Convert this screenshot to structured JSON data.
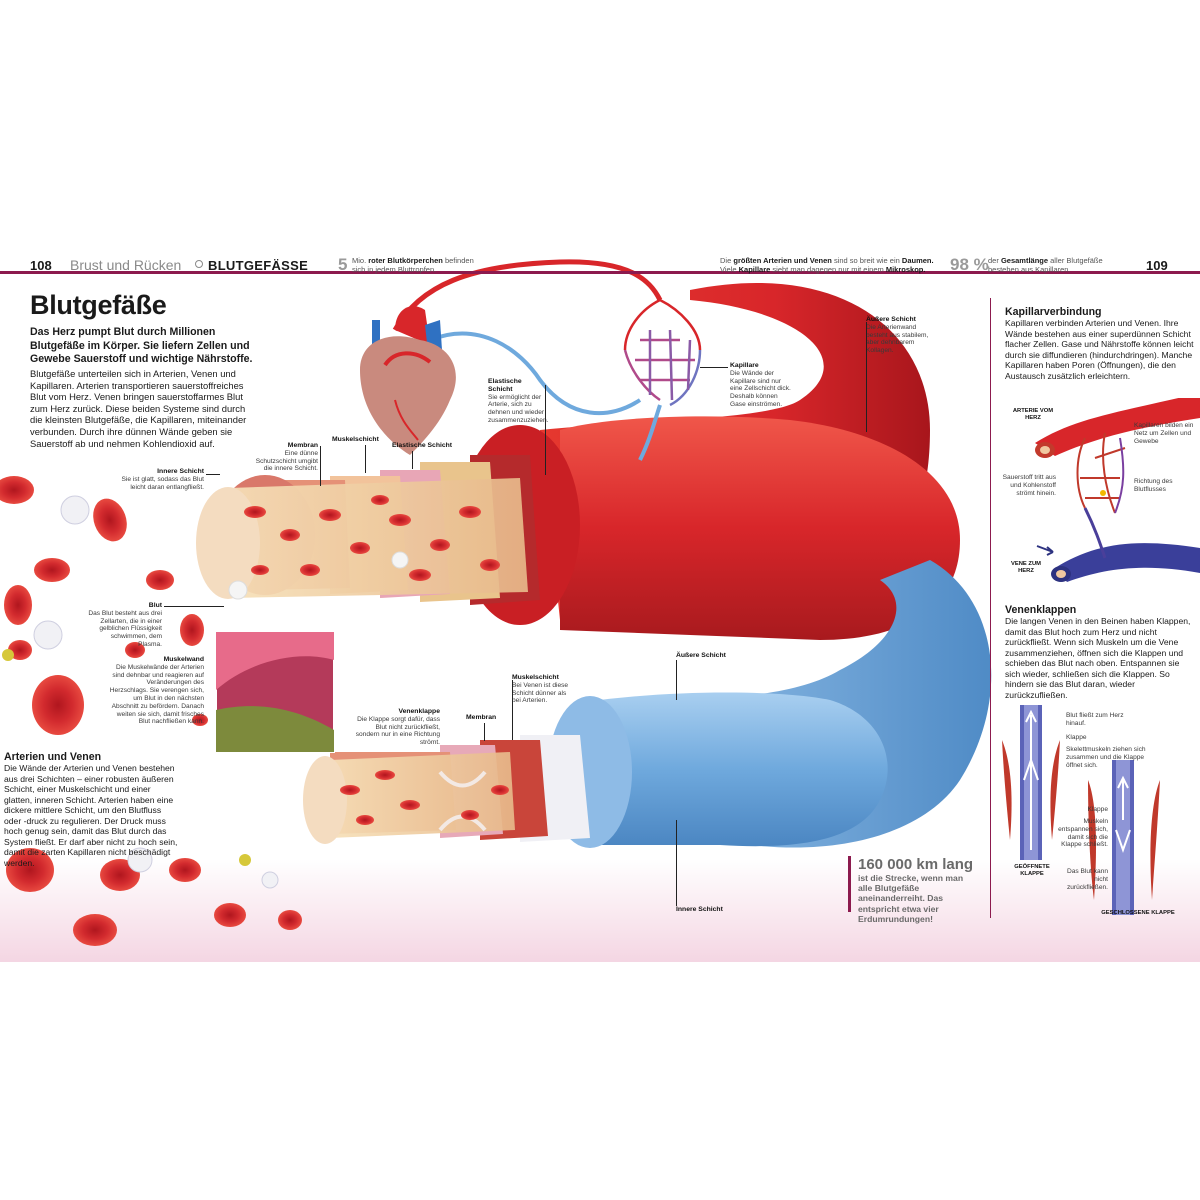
{
  "header": {
    "page_left": "108",
    "chapter": "Brust und Rücken",
    "section": "BLUTGEFÄSSE",
    "fact1_big": "5",
    "fact1_line1_a": "Mio.",
    "fact1_line1_b": "roter Blutkörperchen",
    "fact1_line1_c": "befinden",
    "fact1_line2": "sich in jedem Bluttropfen.",
    "fact2_line1_a": "Die",
    "fact2_line1_b": "größten Arterien und Venen",
    "fact2_line1_c": "sind so breit wie ein",
    "fact2_line1_d": "Daumen.",
    "fact2_line2_a": "Viele",
    "fact2_line2_b": "Kapillare",
    "fact2_line2_c": "sieht man dagegen nur mit einem",
    "fact2_line2_d": "Mikroskop.",
    "fact3_big": "98 %",
    "fact3_line1_a": "der",
    "fact3_line1_b": "Gesamtlänge",
    "fact3_line1_c": "aller Blutgefäße",
    "fact3_line2": "bestehen aus Kapillaren.",
    "page_right": "109"
  },
  "main": {
    "title": "Blutgefäße",
    "lead": "Das Herz pumpt Blut durch Millionen Blutgefäße im Körper. Sie liefern Zellen und Gewebe Sauerstoff und wichtige Nährstoffe.",
    "body": "Blutgefäße unterteilen sich in Arterien, Venen und Kapillaren. Arterien transportieren sauerstoffreiches Blut vom Herz. Venen bringen sauerstoffarmes Blut zum Herz zurück. Diese beiden Systeme sind durch die kleinsten Blutgefäße, die Kapillaren, miteinander verbunden. Durch ihre dünnen Wände geben sie Sauerstoff ab und nehmen Kohlendioxid auf.",
    "arterien_title": "Arterien und Venen",
    "arterien_body": "Die Wände der Arterien und Venen bestehen aus drei Schichten – einer robusten äußeren Schicht, einer Muskelschicht und einer glatten, inneren Schicht. Arterien haben eine dickere mittlere Schicht, um den Blutfluss oder -druck zu regulieren. Der Druck muss hoch genug sein, damit das Blut durch das System fließt. Er darf aber nicht zu hoch sein, damit die zarten Kapillaren nicht beschädigt werden."
  },
  "labels": {
    "innere_title": "Innere Schicht",
    "innere_text": "Sie ist glatt, sodass das Blut leicht daran entlangfließt.",
    "membran_title": "Membran",
    "membran_text": "Eine dünne Schutzschicht umgibt die innere Schicht.",
    "muskel_title": "Muskelschicht",
    "elastisch_title": "Elastische Schicht",
    "elastisch2_title": "Elastische Schicht",
    "elastisch2_text": "Sie ermöglicht der Arterie, sich zu dehnen und wieder zusammenzuziehen.",
    "kapillare_title": "Kapillare",
    "kapillare_text": "Die Wände der Kapillare sind nur eine Zellschicht dick. Deshalb können Gase einströmen.",
    "aeussere_title": "Äußere Schicht",
    "aeussere_text": "Die Arterienwand besteht aus stabilem, aber dehnbarem Kollagen.",
    "blut_title": "Blut",
    "blut_text": "Das Blut besteht aus drei Zellarten, die in einer gelblichen Flüssigkeit schwimmen, dem Plasma.",
    "muskelwand_title": "Muskelwand",
    "muskelwand_text": "Die Muskelwände der Arterien sind dehnbar und reagieren auf Veränderungen des Herzschlags. Sie verengen sich, um Blut in den nächsten Abschnitt zu befördern. Danach weiten sie sich, damit frisches Blut nachfließen kann.",
    "venen_muskel_title": "Muskelschicht",
    "venen_muskel_text": "Bei Venen ist diese Schicht dünner als bei Arterien.",
    "venenklappe_title": "Venenklappe",
    "venenklappe_text": "Die Klappe sorgt dafür, dass Blut nicht zurückfließt, sondern nur in eine Richtung strömt.",
    "venen_membran_title": "Membran",
    "venen_aeussere_title": "Äußere Schicht",
    "venen_innere_title": "Innere Schicht"
  },
  "infobox": {
    "big": "160 000 km lang",
    "text": "ist die Strecke, wenn man alle Blutgefäße aneinanderreiht. Das entspricht etwa vier Erdumrundungen!"
  },
  "kapillar": {
    "title": "Kapillarverbindung",
    "text": "Kapillaren verbinden Arterien und Venen. Ihre Wände bestehen aus einer superdünnen Schicht flacher Zellen. Gase und Nährstoffe können leicht durch sie diffundieren (hindurchdringen). Manche Kapillaren haben Poren (Öffnungen), die den Austausch zusätzlich erleichtern.",
    "arterie_vom": "ARTERIE VOM HERZ",
    "vene_zum": "VENE ZUM HERZ",
    "netz": "Kapillaren bilden ein Netz um Zellen und Gewebe",
    "sauerstoff": "Sauerstoff tritt aus und Kohlenstoff strömt hinein.",
    "richtung": "Richtung des Blutflusses"
  },
  "venenklappen": {
    "title": "Venenklappen",
    "text": "Die langen Venen in den Beinen haben Klappen, damit das Blut hoch zum Herz und nicht zurückfließt. Wenn sich Muskeln um die Vene zusammenziehen, öffnen sich die Klappen und schieben das Blut nach oben. Entspannen sie sich wieder, schließen sich die Klappen. So hindern sie das Blut daran, wieder zurückzufließen.",
    "l1": "Blut fließt zum Herz hinauf.",
    "l2": "Klappe",
    "l3": "Skelettmuskeln ziehen sich zusammen und die Klappe öffnet sich.",
    "geoeffnet": "GEÖFFNETE KLAPPE",
    "l4": "Klappe",
    "l5": "Muskeln entspannen sich, damit sich die Klappe schließt.",
    "l6": "Das Blut kann nicht zurückfließen.",
    "geschlossen": "GESCHLOSSENE KLAPPE"
  },
  "colors": {
    "accent": "#8c1a4e",
    "artery": "#d8262a",
    "vein": "#6fa9dd"
  }
}
